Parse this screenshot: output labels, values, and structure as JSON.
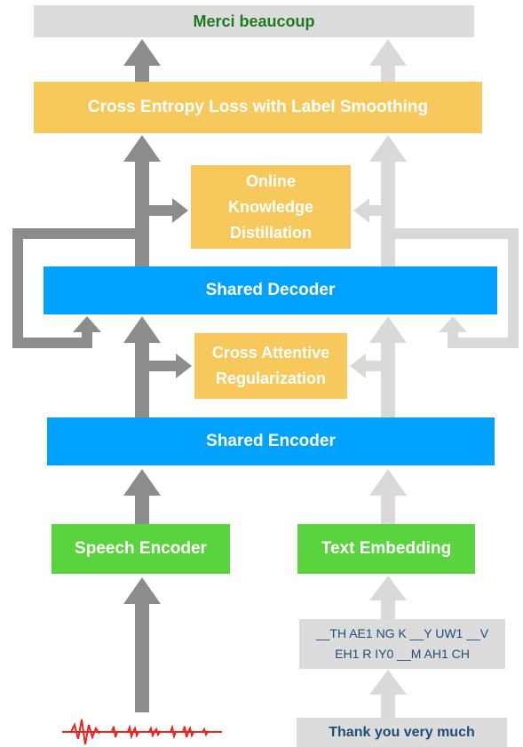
{
  "output_text": "Merci beaucoup",
  "loss_label": "Cross Entropy Loss with Label Smoothing",
  "okd_label": "Online\nKnowledge\nDistillation",
  "decoder_label": "Shared Decoder",
  "car_label": "Cross Attentive\nRegularization",
  "encoder_label": "Shared Encoder",
  "speech_encoder_label": "Speech Encoder",
  "text_embedding_label": "Text Embedding",
  "phoneme_text": "__TH AE1 NG K __Y UW1 __V\nEH1 R IY0 __M AH1 CH",
  "input_text": "Thank you very much",
  "colors": {
    "speech_path": "#8c8c8c",
    "text_path": "#d9d9d9",
    "module_orange": "#f7c95c",
    "shared_blue": "#00a2ff",
    "encoder_green": "#5ad43e",
    "waveform_red": "#e8251c"
  }
}
